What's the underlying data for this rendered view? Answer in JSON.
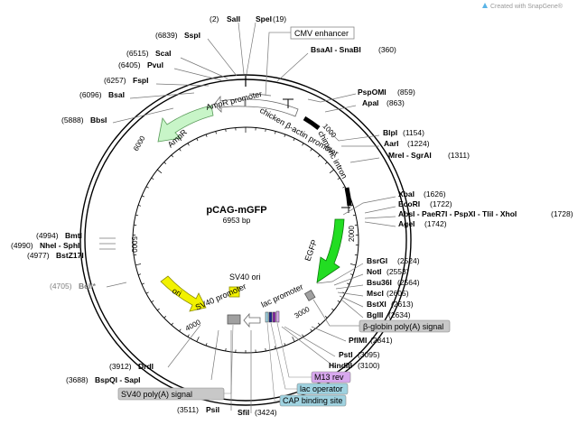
{
  "watermark": {
    "icon": "snapgene-logo-icon",
    "text": "Created with SnapGene®"
  },
  "plasmid": {
    "name": "pCAG-mGFP",
    "size": "6953 bp"
  },
  "ticks": [
    "1000",
    "2000",
    "3000",
    "4000",
    "5000",
    "6000"
  ],
  "enzymes": [
    {
      "pos": "(2)",
      "name": "SalI"
    },
    {
      "pos": "(19)",
      "name": "SpeI"
    },
    {
      "pos": "(6839)",
      "name": "SspI"
    },
    {
      "pos": "(6515)",
      "name": "ScaI"
    },
    {
      "pos": "(6405)",
      "name": "PvuI"
    },
    {
      "pos": "(6257)",
      "name": "FspI"
    },
    {
      "pos": "(6096)",
      "name": "BsaI"
    },
    {
      "pos": "(5888)",
      "name": "BbsI"
    },
    {
      "name": "BsaAI - SnaBI",
      "pos": "(360)"
    },
    {
      "name": "PspOMI",
      "pos": "(859)"
    },
    {
      "name": "ApaI",
      "pos": "(863)"
    },
    {
      "name": "BlpI",
      "pos": "(1154)"
    },
    {
      "name": "AarI",
      "pos": "(1224)"
    },
    {
      "name": "MreI - SgrAI",
      "pos": "(1311)"
    },
    {
      "name": "XbaI",
      "pos": "(1626)"
    },
    {
      "name": "EcoRI",
      "pos": "(1722)"
    },
    {
      "name": "AbsI - PaeR7I - PspXI - TliI - XhoI",
      "pos": "(1728)"
    },
    {
      "name": "AgeI",
      "pos": "(1742)"
    },
    {
      "pos": "(4994)",
      "name": "BmtI"
    },
    {
      "pos": "(4990)",
      "name": "NheI - SphI"
    },
    {
      "pos": "(4977)",
      "name": "BstZ17I"
    },
    {
      "pos": "(4705)",
      "name": "BclI*"
    },
    {
      "name": "BsrGI",
      "pos": "(2524)"
    },
    {
      "name": "NotI",
      "pos": "(2553)"
    },
    {
      "name": "Bsu36I",
      "pos": "(2564)"
    },
    {
      "name": "MscI",
      "pos": "(2605)"
    },
    {
      "name": "BstXI",
      "pos": "(2613)"
    },
    {
      "name": "BglII",
      "pos": "(2634)"
    },
    {
      "name": "PflMI",
      "pos": "(2841)"
    },
    {
      "name": "PstI",
      "pos": "(3095)"
    },
    {
      "name": "HindIII",
      "pos": "(3100)"
    },
    {
      "pos": "(3912)",
      "name": "DrdI"
    },
    {
      "pos": "(3688)",
      "name": "BspQI - SapI"
    },
    {
      "pos": "(3511)",
      "name": "PsiI"
    },
    {
      "name": "SfiI",
      "pos": "(3424)"
    }
  ],
  "features": {
    "cmv_enhancer": "CMV enhancer",
    "ampr_promoter": "AmpR promoter",
    "ampr": "AmpR",
    "chicken_promoter": "chicken β-actin promoter",
    "chimeric_intron": "chimeric intron",
    "egfp": "EGFP",
    "sv40_ori": "SV40 ori",
    "ori": "ori",
    "sv40_promoter": "SV40 promoter",
    "lac_promoter": "lac promoter",
    "beta_globin": "β-globin poly(A) signal",
    "m13_rev": "M13 rev",
    "lac_operator": "lac operator",
    "cap_site": "CAP binding site",
    "sv40_polya": "SV40 poly(A) signal"
  },
  "colors": {
    "backbone": "#000000",
    "egfp": "#22dd22",
    "ampr": "#c8f5c8",
    "ori": "#f2f200",
    "sv40_ori": "#f2f200",
    "promoter": "#ffffff",
    "m13_box": "#d8a8ee",
    "lac_box": "#9fd2e0",
    "sv40_polya_box": "#c8c8c8",
    "globin_box": "#c8c8c8"
  }
}
